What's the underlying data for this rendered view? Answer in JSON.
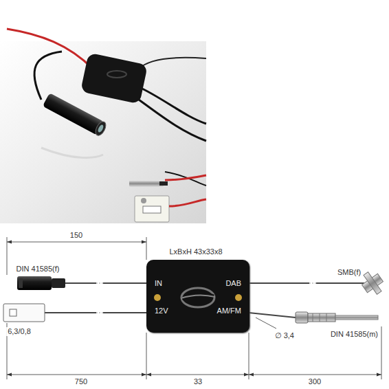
{
  "diagram": {
    "nodes": [
      {
        "text": [
          "IN",
          "12V",
          "DAB",
          "AM/FM"
        ]
      }
    ],
    "labels": [
      "150",
      "LxBxH 43x33x8",
      "DIN 41585(f)",
      "SMB(f)",
      "6,3/0,8",
      "∅ 3,4",
      "DIN 41585(m)",
      "750",
      "33",
      "300"
    ]
  }
}
